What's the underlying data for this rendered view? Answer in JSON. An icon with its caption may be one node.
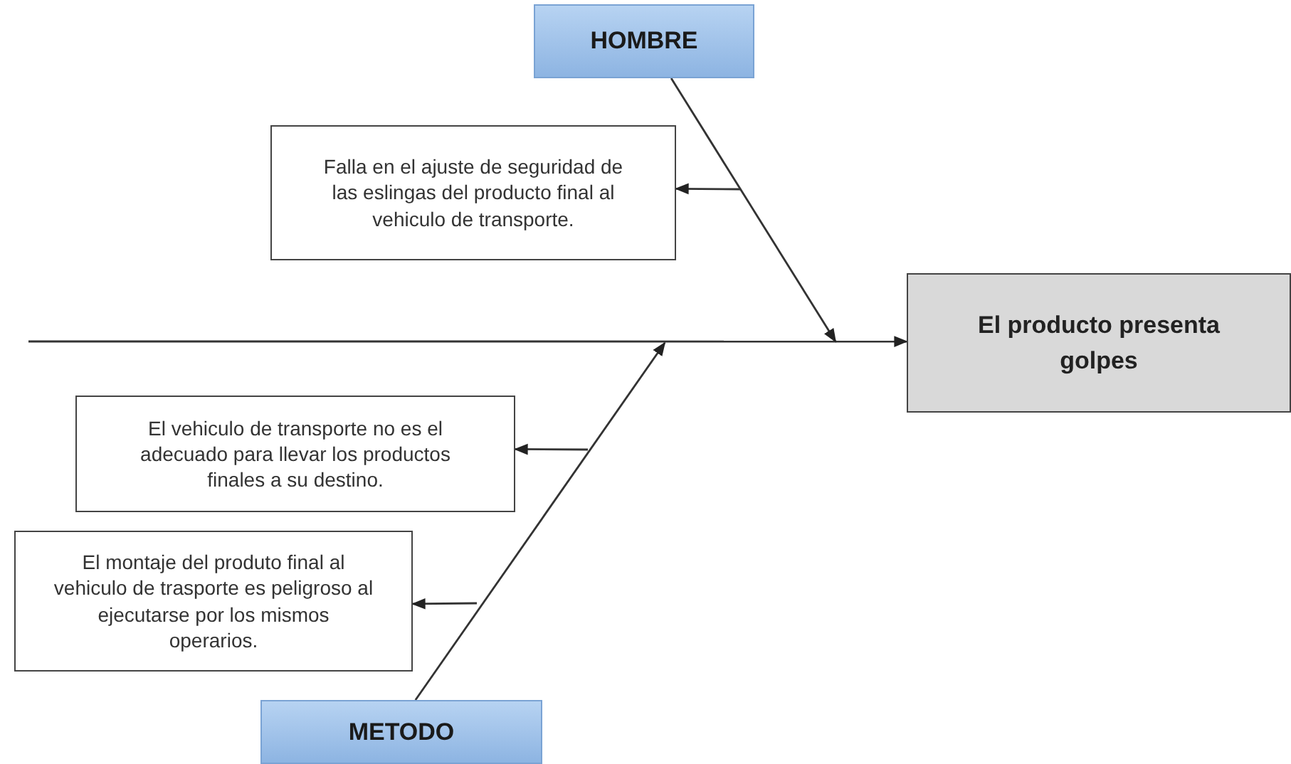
{
  "diagram": {
    "nodes": [
      {
        "text": [
          "HOMBRE"
        ]
      },
      {
        "text": [
          "Falla en el ajuste de seguridad de las eslingas del  producto final al vehiculo de transporte."
        ]
      },
      {
        "text": [
          "El producto presenta golpes"
        ]
      },
      {
        "text": [
          "El vehiculo de transporte no es el adecuado para llevar los productos finales a su destino."
        ]
      },
      {
        "text": [
          "El montaje del produto final al vehiculo de trasporte es peligroso al ejecutarse por los mismos operarios."
        ]
      },
      {
        "text": [
          "METODO"
        ]
      }
    ],
    "edges": [
      {
        "from": null,
        "to": 2,
        "arrow": "to"
      },
      {
        "from": 0,
        "to": null,
        "arrow": "to"
      },
      {
        "from": null,
        "to": 1,
        "arrow": "to"
      },
      {
        "from": 5,
        "to": null,
        "arrow": "to"
      },
      {
        "from": null,
        "to": 3,
        "arrow": "to"
      },
      {
        "from": null,
        "to": 4,
        "arrow": "to"
      }
    ]
  }
}
